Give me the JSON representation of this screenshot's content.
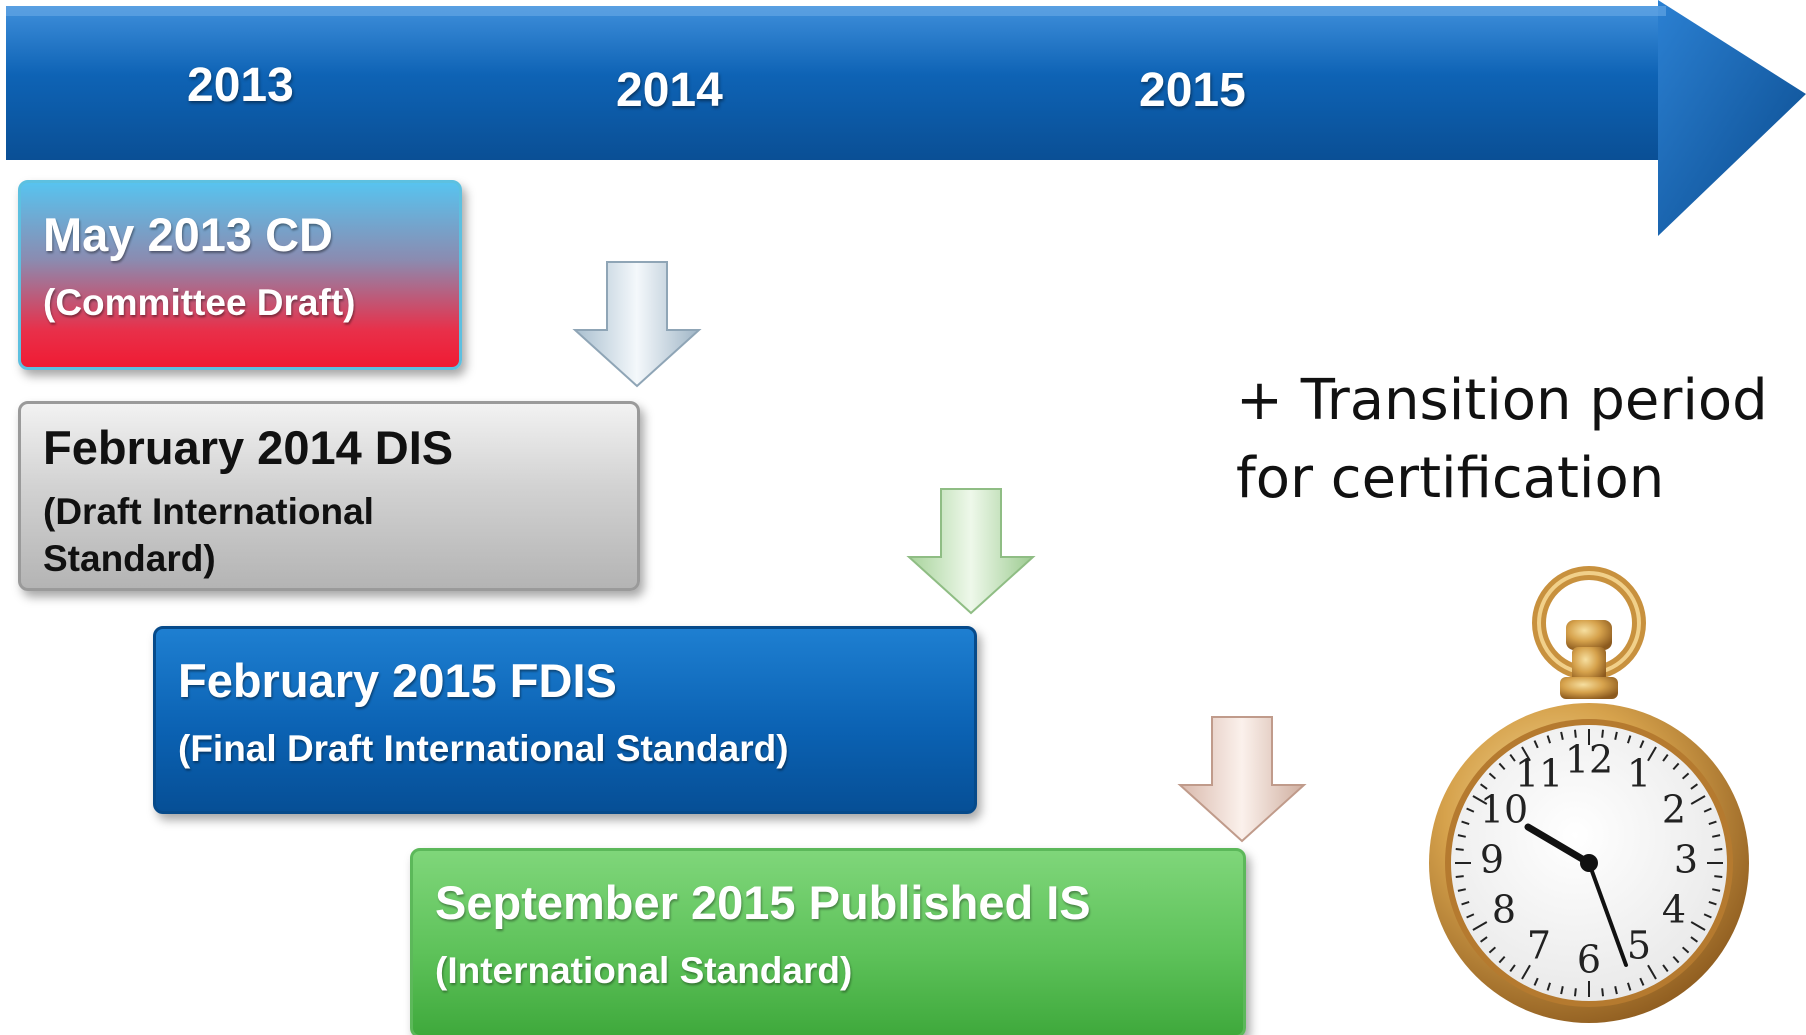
{
  "timeline": {
    "years": [
      "2013",
      "2014",
      "2015"
    ],
    "arrow_color": "#0e63b5"
  },
  "stages": [
    {
      "title": "May 2013 CD",
      "subtitle": "(Committee Draft)"
    },
    {
      "title": "February 2014 DIS",
      "subtitle": "(Draft International Standard)"
    },
    {
      "title": "February 2015 FDIS",
      "subtitle": "(Final Draft International Standard)"
    },
    {
      "title": "September 2015 Published IS",
      "subtitle": "(International Standard)"
    }
  ],
  "note": {
    "line1": "+ Transition period",
    "line2": "for certification"
  },
  "icons": {
    "down_arrows": [
      "down-arrow-icon",
      "down-arrow-icon",
      "down-arrow-icon"
    ],
    "clock": "pocket-watch-icon"
  },
  "colors": {
    "cd": "#e8304a",
    "dis": "#c0c0c0",
    "fdis": "#0b62b3",
    "is": "#5ec25a"
  }
}
